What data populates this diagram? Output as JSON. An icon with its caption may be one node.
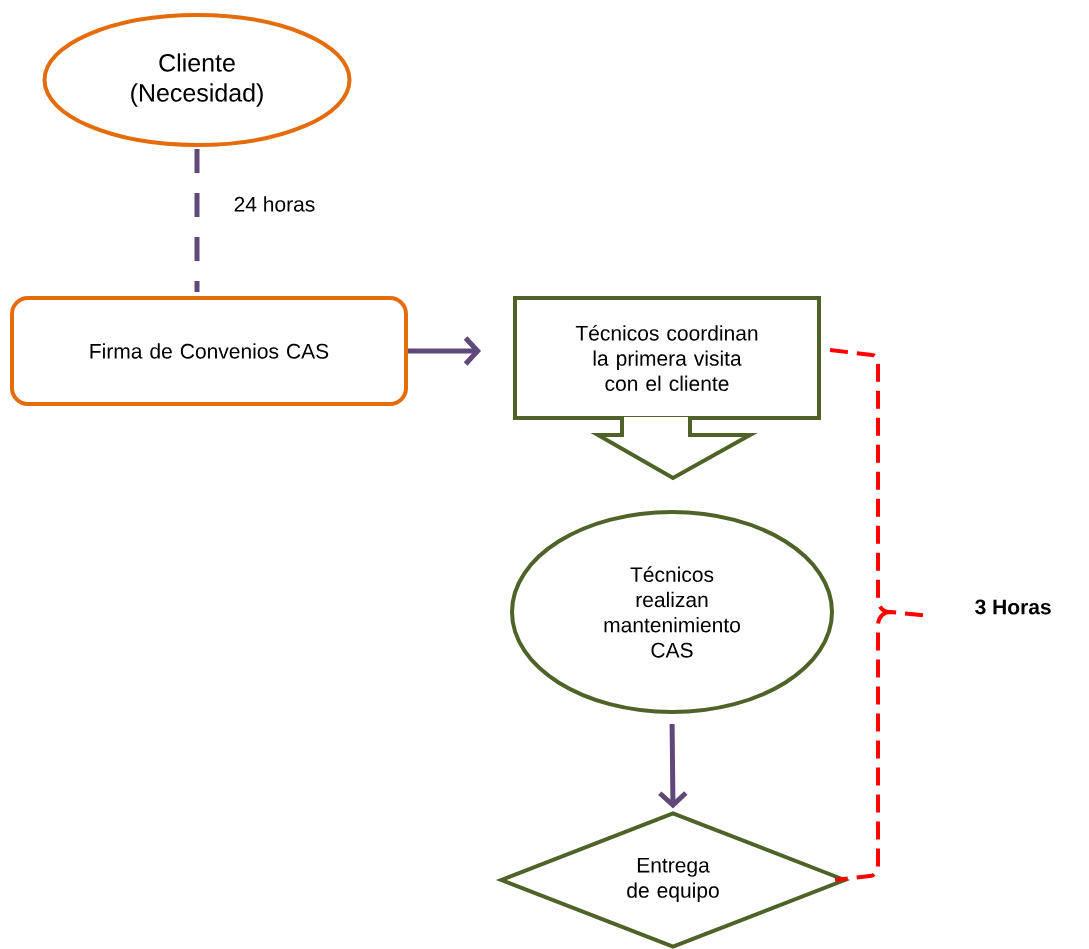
{
  "diagram": {
    "nodes": [
      {
        "text": [
          "Cliente (Necesidad)"
        ]
      },
      {
        "text": [
          "Firma de Convenios CAS"
        ]
      },
      {
        "text": [
          "Técnicos coordinan la primera visita con el cliente"
        ]
      },
      {
        "text": [
          "Técnicos realizan mantenimiento CAS"
        ]
      },
      {
        "text": [
          "Entrega de equipo"
        ]
      }
    ],
    "edges": [
      {
        "from": 0,
        "to": 1,
        "arrow": "none",
        "style": "dashed",
        "label": "24 horas"
      },
      {
        "from": 1,
        "to": 2,
        "arrow": "to"
      },
      {
        "from": 2,
        "to": 3,
        "arrow": "to",
        "color": "#4f6228"
      },
      {
        "from": 3,
        "to": 4,
        "arrow": "to"
      }
    ],
    "labels": [
      "3 Horas"
    ]
  }
}
